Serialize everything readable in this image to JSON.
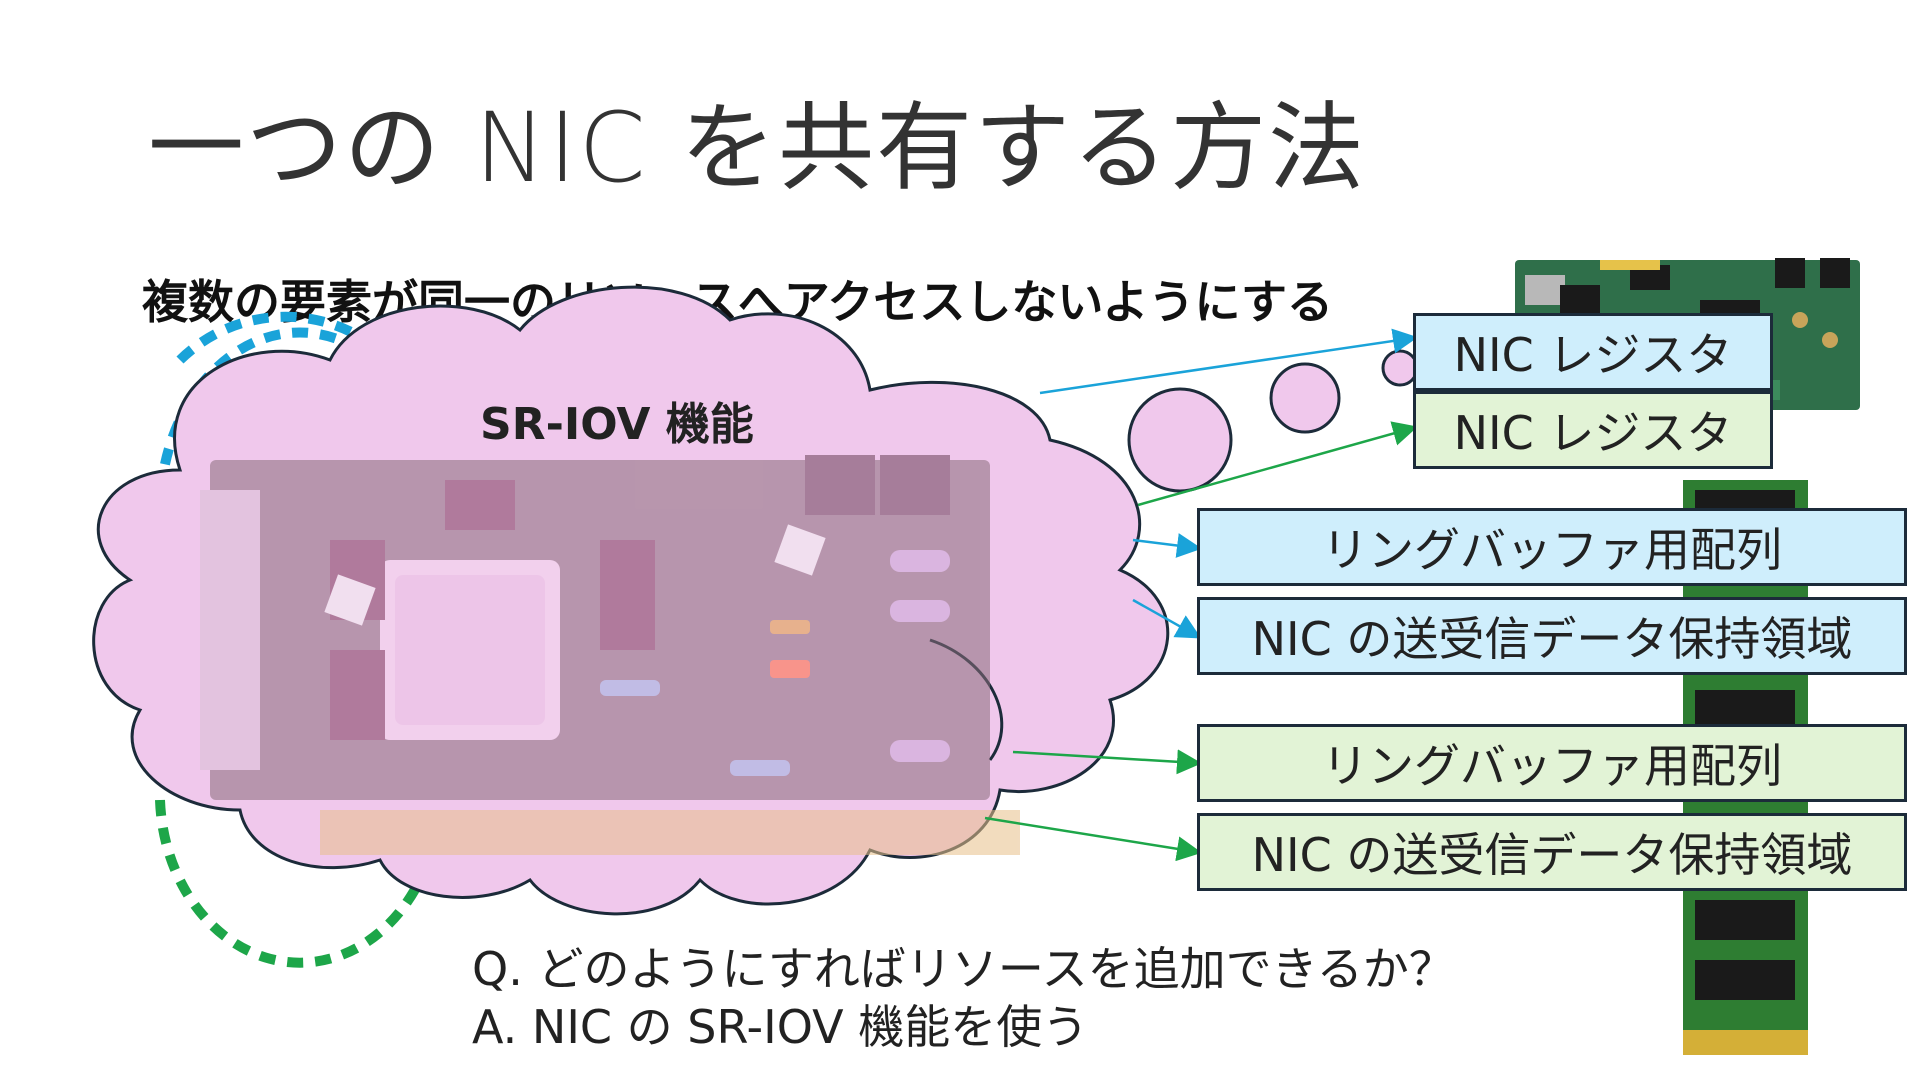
{
  "slide": {
    "title": "一つの NIC を共有する方法",
    "subtitle": "複数の要素が同一のリソースへアクセスしないようにする",
    "cloud_label": "SR-IOV 機能"
  },
  "register_boxes": [
    {
      "label": "NIC レジスタ"
    },
    {
      "label": "NIC レジスタ"
    }
  ],
  "memory_boxes": [
    {
      "label": "リングバッファ用配列"
    },
    {
      "label": "NIC の送受信データ保持領域"
    },
    {
      "label": "リングバッファ用配列"
    },
    {
      "label": "NIC の送受信データ保持領域"
    }
  ],
  "qa": {
    "question": "Q. どのようにすればリソースを追加できるか？",
    "answer": "A. NIC の SR-IOV 機能を使う"
  },
  "colors": {
    "blue_accent": "#1aa3d9",
    "green_accent": "#1da649",
    "cloud_fill": "#f0c8ec",
    "box_blue": "#cfeefc",
    "box_green": "#e2f3d6"
  }
}
